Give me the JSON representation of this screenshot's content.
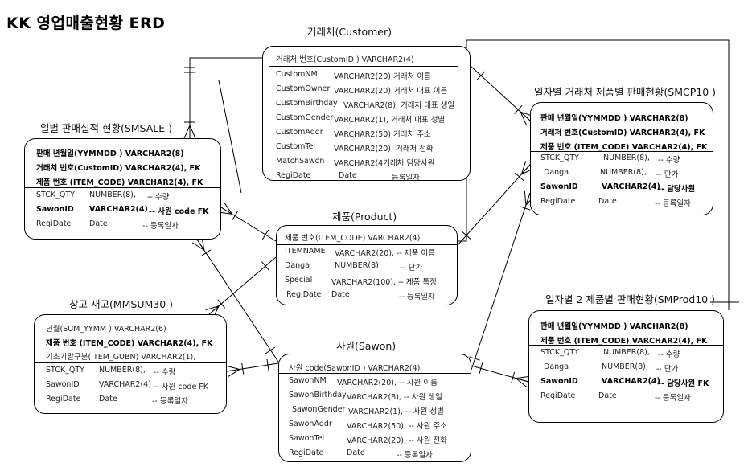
{
  "diagram": {
    "title": "KK 영업매출현황 ERD",
    "entities": [
      {
        "id": "customer",
        "label": "거래처(Customer)",
        "key_rows": [
          {
            "text": "거래처 번호(CustomID ) VARCHAR2(4)",
            "bold": false
          }
        ],
        "attr_rows": [
          {
            "name": "CustomNM",
            "type": "VARCHAR2(20),",
            "comment": "거래처 이름"
          },
          {
            "name": "CustomOwner",
            "type": "VARCHAR2(20),",
            "comment": "거래처 대표 이름"
          },
          {
            "name": "CustomBirthday",
            "type": "VARCHAR2(8),",
            "comment": "거래처 대표 생일"
          },
          {
            "name": "CustomGender",
            "type": "VARCHAR2(1),",
            "comment": "거래처 대표 성별"
          },
          {
            "name": "CustomAddr",
            "type": "VARCHAR2(50)",
            "comment": "거래처 주소"
          },
          {
            "name": "CustomTel",
            "type": "VARCHAR2(20),",
            "comment": "거래처 전화"
          },
          {
            "name": "MatchSawon",
            "type": "VARCHAR2(4",
            "comment": "거래처 담당사원"
          },
          {
            "name": "RegiDate",
            "type": "Date",
            "comment": "등록일자"
          }
        ]
      },
      {
        "id": "smsale",
        "label": "일별 판매실적 현황(SMSALE )",
        "key_rows": [
          {
            "text": "판매 년월일(YYMMDD )       VARCHAR2(8)",
            "bold": true
          },
          {
            "text": "거래처 번호(CustomID) VARCHAR2(4), FK",
            "bold": true
          },
          {
            "text": "제품 번호 (ITEM_CODE) VARCHAR2(4),    FK",
            "bold": true
          }
        ],
        "attr_rows": [
          {
            "name": "STCK_QTY",
            "type": "NUMBER(8),",
            "comment": "-- 수량",
            "bold": false
          },
          {
            "name": "SawonID",
            "type": "VARCHAR2(4)",
            "comment": "-- 사원 code  FK",
            "bold": true
          },
          {
            "name": "RegiDate",
            "type": "Date",
            "comment": "-- 등록일자",
            "bold": false
          }
        ]
      },
      {
        "id": "product",
        "label": "제품(Product)",
        "key_rows": [
          {
            "text": "제품 번호(ITEM_CODE) VARCHAR2(4)",
            "bold": false
          }
        ],
        "attr_rows": [
          {
            "name": "ITEMNAME",
            "type": "VARCHAR2(20),",
            "comment": "-- 제품 이름"
          },
          {
            "name": "Danga",
            "type": "NUMBER(8),",
            "comment": "-- 단가"
          },
          {
            "name": "Special",
            "type": "VARCHAR2(100),",
            "comment": "-- 제품 특징"
          },
          {
            "name": "RegiDate",
            "type": "Date",
            "comment": "-- 등록일자"
          }
        ]
      },
      {
        "id": "mmsum30",
        "label": "창고 재고(MMSUM30 )",
        "key_rows": [
          {
            "text": "년월(SUM_YYMM )       VARCHAR2(6)",
            "bold": false
          },
          {
            "text": "제품 번호 (ITEM_CODE) VARCHAR2(4),    FK",
            "bold": true
          },
          {
            "text": "기초기말구분(ITEM_GUBN) VARCHAR2(1),",
            "bold": false
          }
        ],
        "attr_rows": [
          {
            "name": "STCK_QTY",
            "type": "NUMBER(8),",
            "comment": "-- 수량",
            "bold": false
          },
          {
            "name": "SawonID",
            "type": "VARCHAR2(4)",
            "comment": "-- 사원 code  FK",
            "bold": false
          },
          {
            "name": "RegiDate",
            "type": "Date",
            "comment": "-- 등록일자",
            "bold": false
          }
        ]
      },
      {
        "id": "sawon",
        "label": "사원(Sawon)",
        "key_rows": [
          {
            "text": "사원 code(SawonID ) VARCHAR2(4)",
            "bold": false
          }
        ],
        "attr_rows": [
          {
            "name": "SawonNM",
            "type": "VARCHAR2(20),",
            "comment": "-- 사원 이름"
          },
          {
            "name": "SawonBirthday",
            "type": "VARCHAR2(8),",
            "comment": "-- 사원 생일"
          },
          {
            "name": "SawonGender",
            "type": "VARCHAR2(1),",
            "comment": "-- 사원 성별"
          },
          {
            "name": "SawonAddr",
            "type": "VARCHAR2(50),",
            "comment": "-- 사원 주소"
          },
          {
            "name": "SawonTel",
            "type": "VARCHAR2(20),",
            "comment": "-- 사원 전화"
          },
          {
            "name": "RegiDate",
            "type": "Date",
            "comment": "-- 등록일자"
          }
        ]
      },
      {
        "id": "smcp10",
        "label": "일자별 거래처 제품별 판매현황(SMCP10 )",
        "key_rows": [
          {
            "text": "판매 년월일(YYMMDD )          VARCHAR2(8)",
            "bold": true
          },
          {
            "text": "거래처 번호(CustomID) VARCHAR2(4),  FK",
            "bold": true
          },
          {
            "text": "제품 번호 (ITEM_CODE) VARCHAR2(4),  FK",
            "bold": true
          }
        ],
        "attr_rows": [
          {
            "name": "STCK_QTY",
            "type": "NUMBER(8),",
            "comment": "-- 수량",
            "bold": false
          },
          {
            "name": "Danga",
            "type": "NUMBER(8),",
            "comment": "-- 단가",
            "bold": false
          },
          {
            "name": "SawonID",
            "type": "VARCHAR2(4)",
            "comment": "-- 담당사원",
            "bold": true
          },
          {
            "name": "RegiDate",
            "type": "Date",
            "comment": "-- 등록일자",
            "bold": false
          }
        ]
      },
      {
        "id": "smprod10",
        "label": "일자별 2 제품별 판매현황(SMProd10 )",
        "key_rows": [
          {
            "text": "판매 년월일(YYMMDD )          VARCHAR2(8)",
            "bold": true
          },
          {
            "text": "제품 번호 (ITEM_CODE) VARCHAR2(4), FK",
            "bold": true
          }
        ],
        "attr_rows": [
          {
            "name": "STCK_QTY",
            "type": "NUMBER(8),",
            "comment": "-- 수량",
            "bold": false
          },
          {
            "name": "Danga",
            "type": "NUMBER(8),",
            "comment": "-- 단가",
            "bold": false
          },
          {
            "name": "SawonID",
            "type": "VARCHAR2(4)",
            "comment": "-- 담당사원 FK",
            "bold": true
          },
          {
            "name": "RegiDate",
            "type": "Date",
            "comment": "-- 등록일자",
            "bold": false
          }
        ]
      }
    ],
    "relationships": [
      {
        "from": "customer",
        "to": "smsale"
      },
      {
        "from": "customer",
        "to": "smcp10"
      },
      {
        "from": "product",
        "to": "smsale"
      },
      {
        "from": "product",
        "to": "mmsum30"
      },
      {
        "from": "product",
        "to": "smcp10"
      },
      {
        "from": "product",
        "to": "smprod10"
      },
      {
        "from": "sawon",
        "to": "smsale"
      },
      {
        "from": "sawon",
        "to": "mmsum30"
      },
      {
        "from": "sawon",
        "to": "smcp10"
      },
      {
        "from": "sawon",
        "to": "smprod10"
      }
    ]
  }
}
